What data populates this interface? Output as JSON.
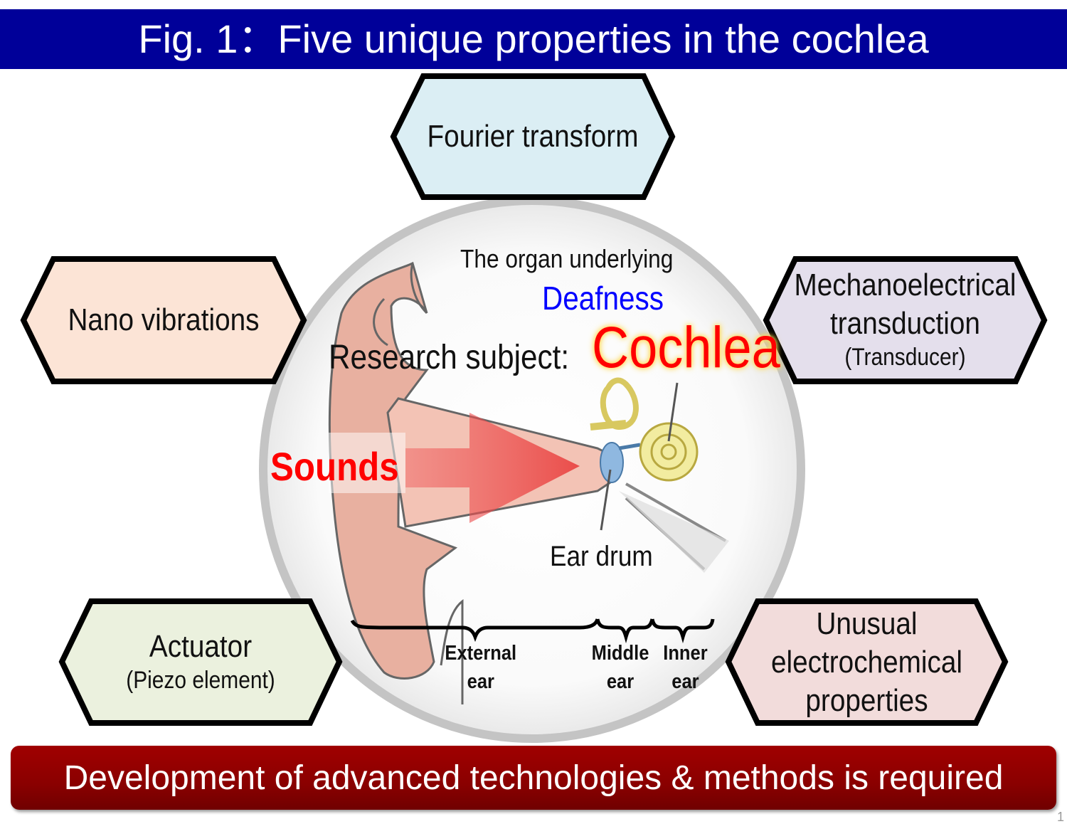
{
  "title": "Fig. 1：Five unique properties in the cochlea",
  "properties": {
    "fourier": {
      "line1": "Fourier transform"
    },
    "nano": {
      "line1": "Nano vibrations"
    },
    "mechano": {
      "line1": "Mechanoelectrical",
      "line2": "transduction",
      "sub": "(Transducer)"
    },
    "actuator": {
      "line1": "Actuator",
      "sub": "(Piezo element)"
    },
    "electrochem": {
      "line1": "Unusual",
      "line2": "electrochemical",
      "line3": "properties"
    }
  },
  "center": {
    "organ_text": "The organ underlying",
    "deafness": "Deafness",
    "research_subject": "Research subject:",
    "cochlea": "Cochlea",
    "sounds": "Sounds",
    "ear_drum": "Ear drum",
    "external": {
      "l1": "External",
      "l2": "ear"
    },
    "middle": {
      "l1": "Middle",
      "l2": "ear"
    },
    "inner": {
      "l1": "Inner",
      "l2": "ear"
    }
  },
  "footer": "Development of advanced technologies & methods is required",
  "slide_number": "1",
  "colors": {
    "title_bg": "#000099",
    "footer_bg": "#8a0000",
    "deafness": "#0000ff",
    "cochlea": "#ff0000"
  }
}
